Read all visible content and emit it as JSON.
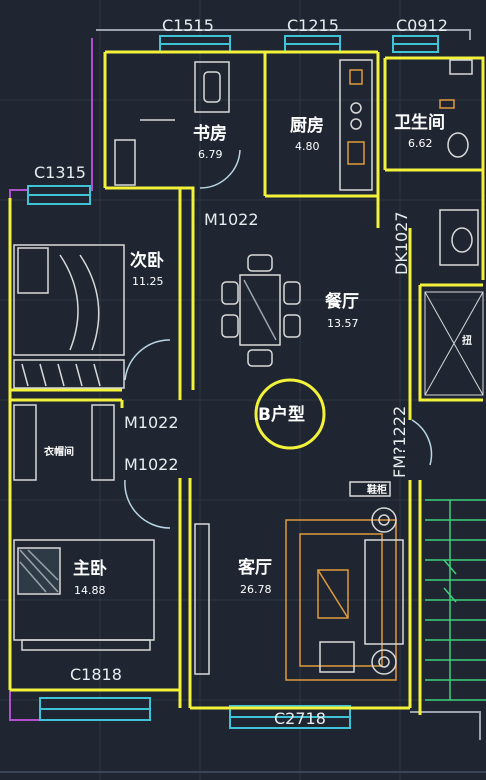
{
  "plan": {
    "type_label": "B户型",
    "rooms": {
      "study": {
        "name": "书房",
        "area": "6.79"
      },
      "kitchen": {
        "name": "厨房",
        "area": "4.80"
      },
      "bathroom": {
        "name": "卫生间",
        "area": "6.62"
      },
      "second_bedroom": {
        "name": "次卧",
        "area": "11.25"
      },
      "dining": {
        "name": "餐厅",
        "area": "13.57"
      },
      "master_bedroom": {
        "name": "主卧",
        "area": "14.88"
      },
      "living": {
        "name": "客厅",
        "area": "26.78"
      },
      "closet": {
        "name": "衣帽间"
      },
      "shoe_cabinet": {
        "name": "鞋柜"
      },
      "shaft": {
        "name": "扭"
      }
    },
    "windows": {
      "c1515": "C1515",
      "c1215": "C1215",
      "c0912": "C0912",
      "c1315": "C1315",
      "c1818": "C1818",
      "c2718": "C2718"
    },
    "doors": {
      "m1022_top": "M1022",
      "m1022_mid": "M1022",
      "m1022_low": "M1022",
      "dk1027": "DK1027",
      "fm1222": "FM?1222"
    }
  },
  "colors": {
    "background": "#1f2631",
    "wall": "#f2f23a",
    "window_band": "#3fc3d6",
    "furniture": "#d8d8d8",
    "accent_orange": "#e09a3c",
    "stair_green": "#3fd17a",
    "door_arc": "#b9d6e6",
    "purple_line": "#b04fd0"
  }
}
